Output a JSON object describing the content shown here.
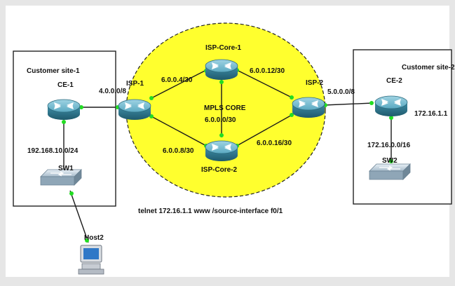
{
  "sites": {
    "site1_label": "Customer site-1",
    "site2_label": "Customer site-2"
  },
  "core": {
    "label_line1": "MPLS CORE",
    "label_line2": "6.0.0.0/30"
  },
  "devices": {
    "ce1": "CE-1",
    "isp1": "ISP-1",
    "isp_core1": "ISP-Core-1",
    "isp_core2": "ISP-Core-2",
    "isp2": "ISP-2",
    "ce2": "CE-2",
    "sw1": "SW1",
    "sw2": "SW2",
    "host2": "Host2"
  },
  "subnets": {
    "ce1_isp1": "4.0.0.0/8",
    "isp1_core1": "6.0.0.4/30",
    "core1_isp2": "6.0.0.12/30",
    "isp1_core2": "6.0.0.8/30",
    "core2_isp2": "6.0.0.16/30",
    "isp2_ce2": "5.0.0.0/8",
    "ce1_sw1": "192.168.10.0/24",
    "ce2_sw2": "172.16.0.0/16",
    "ce2_ip": "172.16.1.1"
  },
  "command_note": "telnet 172.16.1.1 www /source-interface f0/1",
  "colors": {
    "background": "#e6e6e6",
    "core_fill": "#ffff2e",
    "link": "#1a1a1a",
    "link_endpoint": "#22dd22",
    "router_body": "#3a8fa8"
  }
}
